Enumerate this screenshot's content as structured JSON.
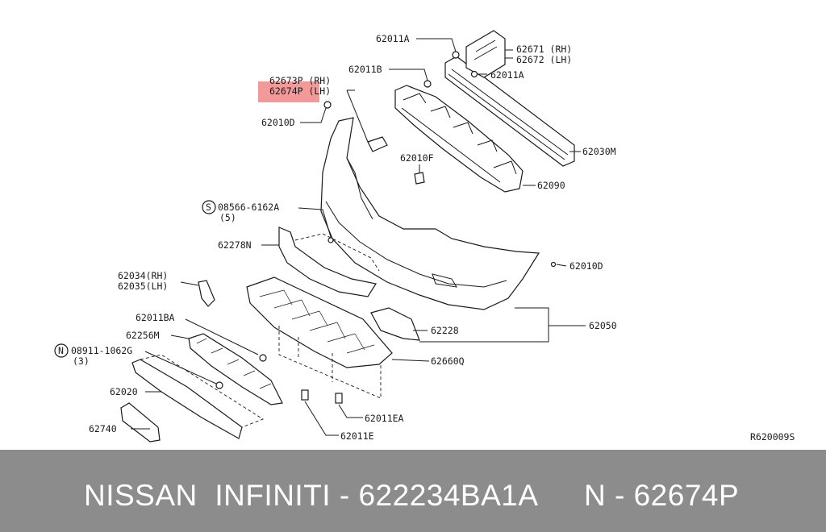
{
  "diagram": {
    "ref_code": "R620009S",
    "highlight_color": "#f29a9a",
    "callouts": [
      {
        "id": "c62011A_top",
        "text": "62011A"
      },
      {
        "id": "c62671",
        "text": "62671 (RH)"
      },
      {
        "id": "c62672",
        "text": "62672 (LH)"
      },
      {
        "id": "c62011B",
        "text": "62011B"
      },
      {
        "id": "c62011A_mid",
        "text": "62011A"
      },
      {
        "id": "c62673P",
        "text": "62673P (RH)"
      },
      {
        "id": "c62674P",
        "text": "62674P (LH)"
      },
      {
        "id": "c62010D_top",
        "text": "62010D"
      },
      {
        "id": "c62030M",
        "text": "62030M"
      },
      {
        "id": "c62010F",
        "text": "62010F"
      },
      {
        "id": "c62090",
        "text": "62090"
      },
      {
        "id": "c08566",
        "text": "08566-6162A"
      },
      {
        "id": "c08566_qty",
        "text": "(5)"
      },
      {
        "id": "c62278N",
        "text": "62278N"
      },
      {
        "id": "c62010D_right",
        "text": "62010D"
      },
      {
        "id": "c62034",
        "text": "62034(RH)"
      },
      {
        "id": "c62035",
        "text": "62035(LH)"
      },
      {
        "id": "c62050",
        "text": "62050"
      },
      {
        "id": "c62011BA",
        "text": "62011BA"
      },
      {
        "id": "c62228",
        "text": "62228"
      },
      {
        "id": "c62256M",
        "text": "62256M"
      },
      {
        "id": "c08911",
        "text": "08911-1062G"
      },
      {
        "id": "c08911_qty",
        "text": "(3)"
      },
      {
        "id": "c62660Q",
        "text": "62660Q"
      },
      {
        "id": "c62020",
        "text": "62020"
      },
      {
        "id": "c62011EA",
        "text": "62011EA"
      },
      {
        "id": "c62740",
        "text": "62740"
      },
      {
        "id": "c62011E",
        "text": "62011E"
      }
    ],
    "prefix_symbols": {
      "s_symbol": "S",
      "n_symbol": "N"
    }
  },
  "footer": {
    "left_text": "NISSAN  INFINITI - 622234BA1A",
    "right_text": "N - 62674P"
  }
}
